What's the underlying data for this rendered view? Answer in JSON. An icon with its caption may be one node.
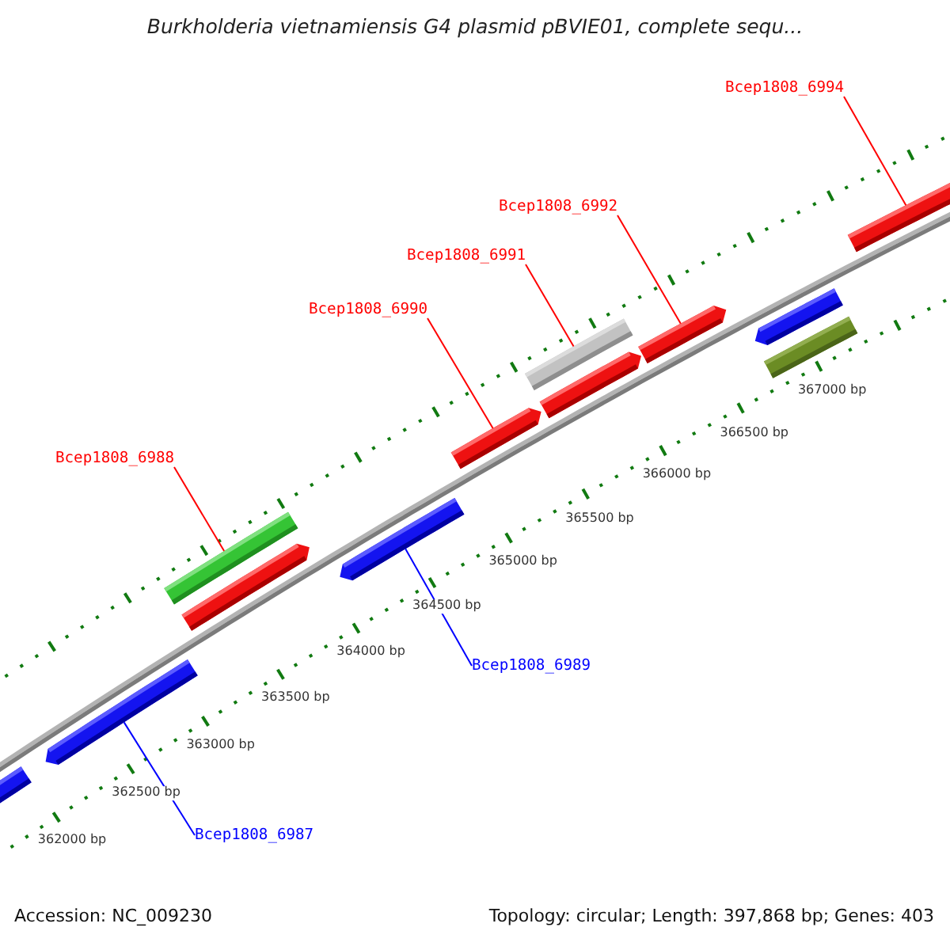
{
  "diagram": {
    "title": "Burkholderia vietnamiensis G4 plasmid pBVIE01, complete sequ...",
    "nodes": [
      {
        "text": [
          "Bcep1808_6994"
        ]
      },
      {
        "text": [
          "Bcep1808_6992"
        ]
      },
      {
        "text": [
          "Bcep1808_6991"
        ]
      },
      {
        "text": [
          "Bcep1808_6990"
        ]
      },
      {
        "text": [
          "Bcep1808_6988"
        ]
      },
      {
        "text": [
          "Bcep1808_6989"
        ]
      },
      {
        "text": [
          "Bcep1808_6987"
        ]
      },
      {
        "text": [],
        "shape": "bar"
      },
      {
        "text": [],
        "shape": "pentagon"
      },
      {
        "text": [],
        "shape": "bar"
      },
      {
        "text": [],
        "shape": "pentagon"
      },
      {
        "text": [],
        "shape": "pentagon"
      },
      {
        "text": [],
        "shape": "pentagon"
      },
      {
        "text": [],
        "shape": "bar"
      },
      {
        "text": [],
        "shape": "pentagon"
      },
      {
        "text": [],
        "shape": "pentagon"
      },
      {
        "text": [],
        "shape": "pentagon"
      },
      {
        "text": [],
        "shape": "bar"
      },
      {
        "text": [],
        "shape": "bar"
      }
    ],
    "edges": [
      {
        "from": 0,
        "to": 18,
        "arrow": "none"
      },
      {
        "from": 1,
        "to": 15,
        "arrow": "none"
      },
      {
        "from": 2,
        "to": 13,
        "arrow": "none"
      },
      {
        "from": 3,
        "to": 12,
        "arrow": "none"
      },
      {
        "from": 4,
        "to": 9,
        "arrow": "none"
      },
      {
        "from": 5,
        "to": 11,
        "arrow": "none",
        "color": "#0000ff"
      },
      {
        "from": 6,
        "to": 8,
        "arrow": "none",
        "color": "#0000ff"
      }
    ],
    "labels": [
      "367000 bp",
      "366500 bp",
      "366000 bp",
      "365500 bp",
      "365000 bp",
      "364500 bp",
      "364000 bp",
      "363500 bp",
      "363000 bp",
      "362500 bp",
      "362000 bp",
      "Accession: NC_009230",
      "Topology: circular; Length: 397,868 bp; Genes: 403"
    ]
  }
}
